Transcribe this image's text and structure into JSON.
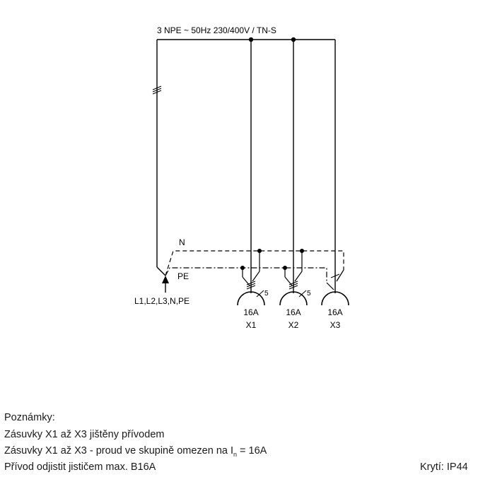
{
  "supply_label": "3 NPE ~ 50Hz  230/400V / TN-S",
  "neutral_label": "N",
  "pe_label": "PE",
  "feed_label": "L1,L2,L3,N,PE",
  "sockets": [
    {
      "id": "X1",
      "rating": "16A",
      "wire_count": "5"
    },
    {
      "id": "X2",
      "rating": "16A",
      "wire_count": "5"
    },
    {
      "id": "X3",
      "rating": "16A"
    }
  ],
  "notes": {
    "heading": "Poznámky:",
    "lines": [
      "Zásuvky X1 až X3 jištěny přívodem",
      "Zásuvky X1 až X3 - proud ve skupině omezen na I",
      "Přívod odjistit jističem max. B16A"
    ],
    "current_subscript": "n",
    "current_value": " = 16A"
  },
  "protection": "Krytí: IP44",
  "colors": {
    "line": "#000000",
    "text": "#1a1a1a"
  }
}
